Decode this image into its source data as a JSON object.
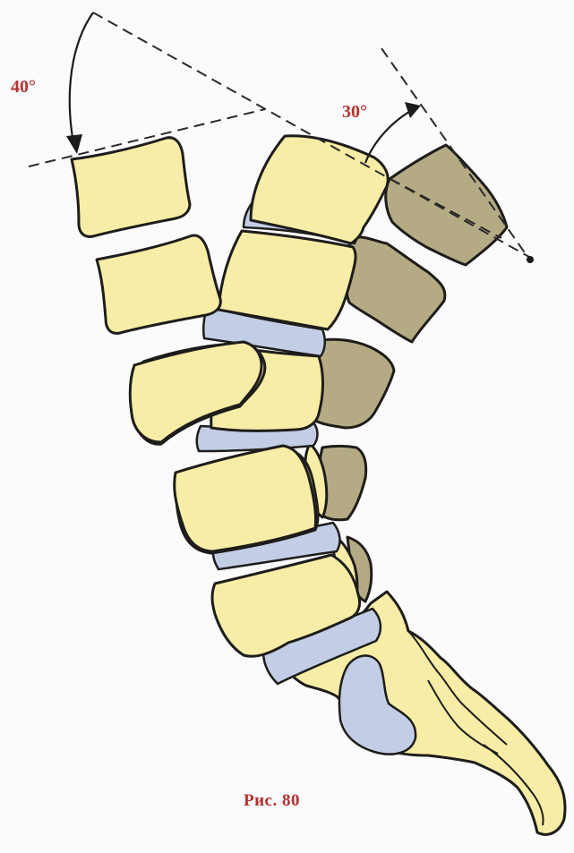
{
  "figure": {
    "angle_left": "40°",
    "angle_right": "30°",
    "caption": "Рис. 80"
  },
  "colors": {
    "bone": "#f8eda6",
    "bone_shadow": "#b4ab85",
    "disc": "#c3cde6",
    "label": "#b5312f",
    "background": "#fbfbfd"
  }
}
